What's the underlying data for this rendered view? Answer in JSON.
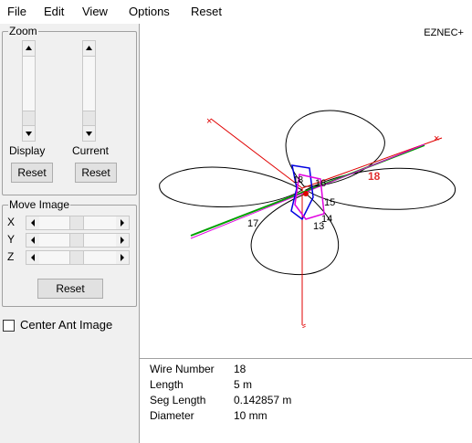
{
  "menu": {
    "file": "File",
    "edit": "Edit",
    "view": "View",
    "options": "Options",
    "reset": "Reset"
  },
  "zoom": {
    "legend": "Zoom",
    "display_label": "Display",
    "current_label": "Current",
    "display_reset": "Reset",
    "current_reset": "Reset"
  },
  "move_image": {
    "legend": "Move Image",
    "axes": [
      "X",
      "Y",
      "Z"
    ],
    "reset": "Reset"
  },
  "center_ant_label": "Center Ant Image",
  "viewport": {
    "brand": "EZNEC+",
    "wire_labels": [
      "18",
      "17",
      "16",
      "15",
      "14",
      "13"
    ],
    "colors": {
      "axis": "#e00000",
      "pattern": "#000000",
      "wire_green": "#00a000",
      "wire_magenta": "#e000e0",
      "wire_blue": "#0000e0",
      "label_red": "#e03030"
    }
  },
  "info": {
    "rows": [
      {
        "label": "Wire Number",
        "value": "18"
      },
      {
        "label": "Length",
        "value": "5 m"
      },
      {
        "label": "Seg Length",
        "value": "0.142857 m"
      },
      {
        "label": "Diameter",
        "value": "10 mm"
      }
    ]
  }
}
